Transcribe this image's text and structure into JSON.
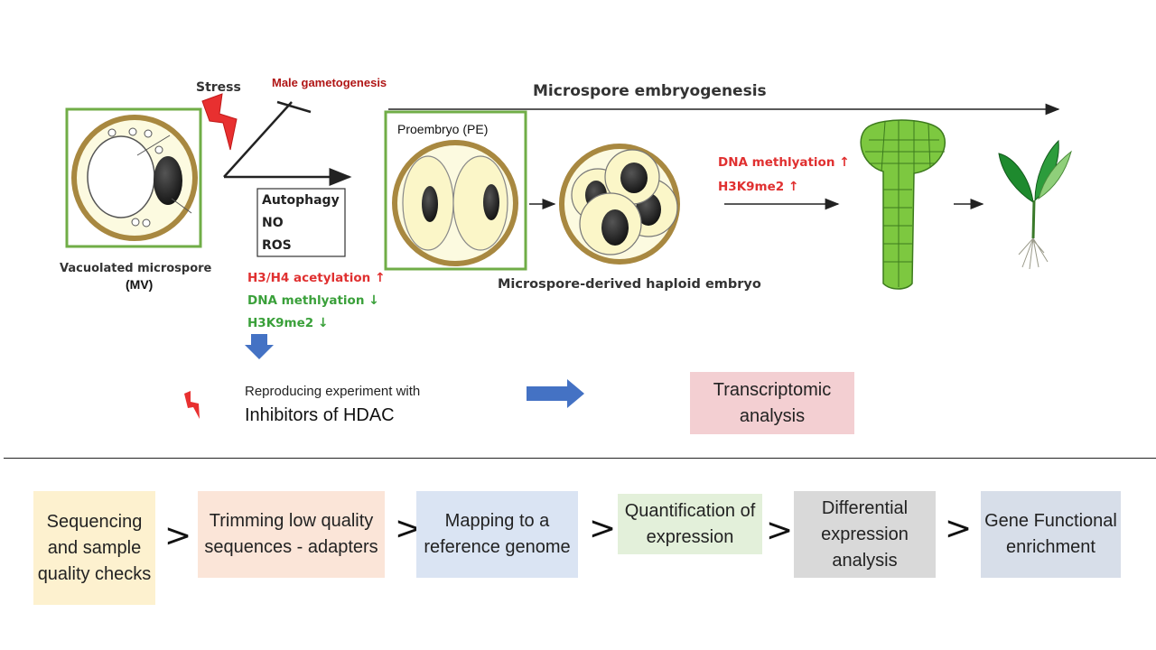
{
  "top": {
    "stress": "Stress",
    "male_gametogenesis": "Male gametogenesis",
    "microspore_embryogenesis": "Microspore embryogenesis",
    "vacuolated_microspore": "Vacuolated microspore",
    "mv_abbrev": "(MV)",
    "proembryo": "Proembryo (PE)",
    "haploid_embryo": "Microspore-derived haploid embryo",
    "factors": [
      "Autophagy",
      "NO",
      "ROS"
    ],
    "early_marks": [
      {
        "label": "H3/H4 acetylation",
        "direction": "up",
        "color": "#e03030"
      },
      {
        "label": "DNA methlyation",
        "direction": "down",
        "color": "#3aa03a"
      },
      {
        "label": "H3K9me2",
        "direction": "down",
        "color": "#3aa03a"
      }
    ],
    "late_marks": [
      {
        "label": "DNA methlyation",
        "direction": "up",
        "color": "#e03030"
      },
      {
        "label": "H3K9me2",
        "direction": "up",
        "color": "#e03030"
      }
    ]
  },
  "middle": {
    "reproducing_line1": "Reproducing experiment with",
    "reproducing_line2": "Inhibitors of HDAC",
    "transcriptomic": "Transcriptomic analysis"
  },
  "pipeline": {
    "separator": ">",
    "steps": [
      {
        "label": "Sequencing and sample quality checks",
        "color": "#fdf1cf"
      },
      {
        "label": "Trimming low quality sequences - adapters",
        "color": "#fbe5d8"
      },
      {
        "label": "Mapping to a reference genome",
        "color": "#dae4f3"
      },
      {
        "label": "Quantification of expression",
        "color": "#e3f0da"
      },
      {
        "label": "Differential expression analysis",
        "color": "#d9d9d9"
      },
      {
        "label": "Gene Functional enrichment",
        "color": "#d7dee9"
      }
    ]
  },
  "colors": {
    "green_frame": "#70ad47",
    "dark_red": "#b01515",
    "red": "#e03030",
    "green": "#3aa03a",
    "blue_arrow": "#4472c4",
    "transcriptomic_bg": "#f3cfd2",
    "cell_wall": "#a88840",
    "cytoplasm": "#fcfae0",
    "embryo_green": "#7dc840"
  }
}
